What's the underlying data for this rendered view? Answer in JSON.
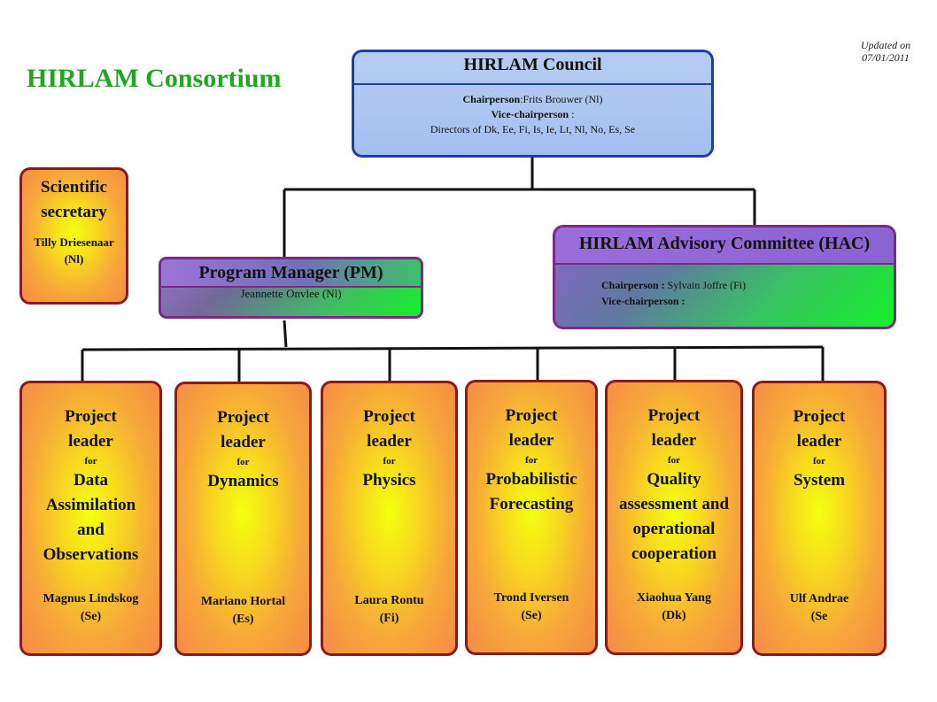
{
  "header": {
    "title": "HIRLAM Consortium",
    "updated_line1": "Updated on",
    "updated_line2": "07/01/2011"
  },
  "council": {
    "title": "HIRLAM Council",
    "chair_label": "Chairperson",
    "chair_value": ":Frits Brouwer (Nl)",
    "vice_label": "Vice-chairperson",
    "vice_value": " :",
    "directors": "Directors of Dk, Ee, Fi, Is, Ie, Lt, Nl, No, Es, Se"
  },
  "secretary": {
    "title_line1": "Scientific",
    "title_line2": "secretary",
    "name": "Tilly Driesenaar",
    "country": "(Nl)"
  },
  "program_manager": {
    "title": "Program Manager (PM)",
    "name": "Jeannette Onvlee (Nl)"
  },
  "advisory_committee": {
    "title": "HIRLAM Advisory Committee (HAC)",
    "chair_label": "Chairperson : ",
    "chair_value": "Sylvain Joffre  (Fi)",
    "vice_label": "Vice-chairperson :"
  },
  "project_labels": {
    "project": "Project",
    "leader": "leader",
    "for": "for"
  },
  "projects": [
    {
      "area": [
        "Data",
        "Assimilation",
        "and",
        "Observations"
      ],
      "person": "Magnus Lindskog",
      "country": "(Se)"
    },
    {
      "area": [
        "Dynamics"
      ],
      "person": "Mariano Hortal",
      "country": "(Es)"
    },
    {
      "area": [
        "Physics"
      ],
      "person": "Laura Rontu",
      "country": "(Fi)"
    },
    {
      "area": [
        "Probabilistic",
        "Forecasting"
      ],
      "person": "Trond Iversen",
      "country": "(Se)"
    },
    {
      "area": [
        "Quality",
        "assessment and",
        "operational",
        "cooperation"
      ],
      "person": "Xiaohua Yang",
      "country": "(Dk)"
    },
    {
      "area": [
        "System"
      ],
      "person": "Ulf Andrae",
      "country": "(Se"
    }
  ]
}
